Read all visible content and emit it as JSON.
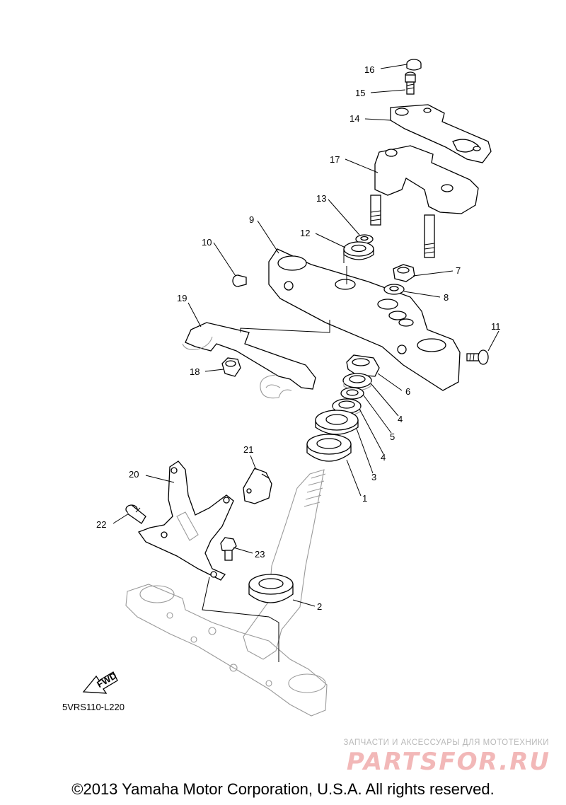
{
  "diagram": {
    "code": "5VRS110-L220",
    "fwd_label": "FWD",
    "copyright": "©2013 Yamaha Motor Corporation, U.S.A. All rights reserved.",
    "watermark": {
      "caption": "ЗАПЧАСТИ И АКСЕССУАРЫ ДЛЯ МОТОТЕХНИКИ",
      "logo": "PARTSFOR.RU"
    },
    "callouts": {
      "c1": "1",
      "c2": "2",
      "c3": "3",
      "c4a": "4",
      "c4b": "4",
      "c5": "5",
      "c6": "6",
      "c7": "7",
      "c8": "8",
      "c9": "9",
      "c10": "10",
      "c11": "11",
      "c12": "12",
      "c13": "13",
      "c14": "14",
      "c15": "15",
      "c16": "16",
      "c17": "17",
      "c18": "18",
      "c19": "19",
      "c20": "20",
      "c21": "21",
      "c22": "22",
      "c23": "23"
    }
  }
}
